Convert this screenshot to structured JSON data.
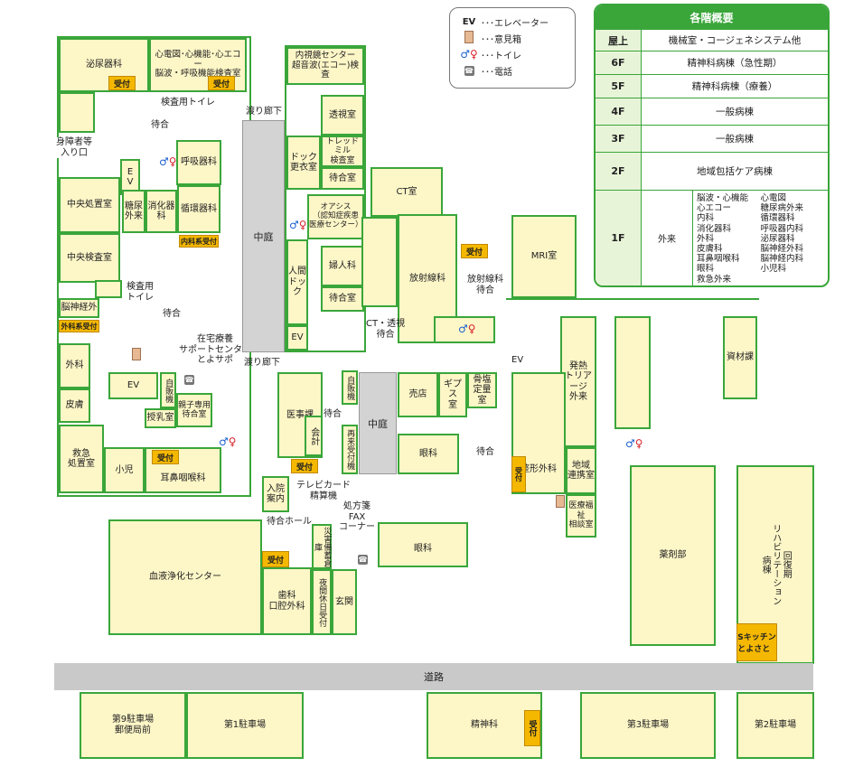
{
  "legend": {
    "items": [
      {
        "symbol": "EV",
        "label": "･･･エレベーター"
      },
      {
        "symbol": "box",
        "label": "･･･意見箱"
      },
      {
        "symbol": "wc",
        "label": "･･･トイレ"
      },
      {
        "symbol": "tel",
        "label": "･･･電話"
      }
    ]
  },
  "guide": {
    "title": "各階概要",
    "floors": [
      {
        "floor": "屋上",
        "desc": "機械室・コージェネシステム他"
      },
      {
        "floor": "6F",
        "desc": "精神科病棟（急性期）"
      },
      {
        "floor": "5F",
        "desc": "精神科病棟（療養）"
      },
      {
        "floor": "4F",
        "desc": "一般病棟"
      },
      {
        "floor": "3F",
        "desc": "一般病棟"
      },
      {
        "floor": "2F",
        "desc": "地域包括ケア病棟"
      }
    ],
    "first": {
      "floor": "1F",
      "outpatient": "外来",
      "col1": [
        "脳波・心機能",
        "心エコー",
        "内科",
        "消化器科",
        "外科",
        "皮膚科",
        "耳鼻咽喉科",
        "眼科",
        "救急外来"
      ],
      "col2": [
        "心電図",
        "糖尿病外来",
        "循環器科",
        "呼吸器内科",
        "泌尿器科",
        "脳神経外科",
        "脳神経内科",
        "小児科"
      ]
    }
  },
  "rooms": {
    "urology": "泌尿器科",
    "ecg": "心電図･心機能･心エコー\n脳波・呼吸機能検査室",
    "exam_toilet": "検査用トイレ",
    "waiting": "待合",
    "disabled_entrance": "身障者等\n入り口",
    "ev": "E\nV",
    "respiratory": "呼吸器科",
    "central_treatment": "中央処置室",
    "diabetes": "糖尿\n外来",
    "gastro": "消化器科",
    "circulatory": "循環器科",
    "internal_reception": "内科系受付",
    "central_lab": "中央検査室",
    "exam_toilet2": "検査用\nトイレ",
    "neurosurgery": "脳神経外",
    "surgical_reception": "外科系受付",
    "waiting2": "待合",
    "home_care": "在宅療養\nサポートセンター\nとよサポ",
    "surgery": "外科",
    "dermatology": "皮膚",
    "ev2": "EV",
    "vending": "自販機",
    "parent_child": "親子専用\n待合室",
    "nursing": "授乳室",
    "emergency": "救急\n処置室",
    "pediatrics": "小児",
    "ent": "耳鼻咽喉科",
    "corridor_top": "渡り廊下",
    "corridor_bottom": "渡り廊下",
    "courtyard": "中庭",
    "ultrasound": "内視鏡センター\n超音波(エコー)検査",
    "xray": "透視室",
    "dock_locker": "ドック\n更衣室",
    "treadmill": "トレッドミル\n検査室",
    "waiting3": "待合室",
    "oasis": "オアシス\n（認知症疾患\n医療センター）",
    "gynecology": "婦人科",
    "waiting4": "待合室",
    "health_dock": "人間\nドック",
    "ev3": "EV",
    "ct": "CT室",
    "radiology": "放射線科",
    "radiology_waiting": "放射線科\n待合",
    "mri": "MRI室",
    "ct_waiting": "CT・透視\n待合",
    "ev4": "EV",
    "fever": "発熱\nトリアージ\n外来",
    "materials": "資材課",
    "medical_affairs": "医事課",
    "accounting": "会計",
    "vending2": "自販機",
    "waiting5": "待合",
    "courtyard2": "中庭",
    "reentry": "再来受付機",
    "shop": "売店",
    "cast": "ギプス\n室",
    "bone": "骨塩\n定量室",
    "ophthalmology": "眼科",
    "waiting6": "待合",
    "orthopedics": "整形外科",
    "regional": "地域\n連携室",
    "welfare": "医療福祉\n相談室",
    "pharmacy": "薬剤部",
    "rehab": "回復期\nリハビリテーション\n病棟",
    "kitchen": "Sキッチン\nとよさと",
    "admission": "入院\n案内",
    "tv_card": "テレビカード\n精算機",
    "waiting_hall": "待合ホール",
    "prescription_fax": "処方箋\nFAX\nコーナー",
    "ophthalmology2": "眼科",
    "dialysis": "血液浄化センター",
    "dental": "歯科\n口腔外科",
    "disaster": "災害備蓄倉庫",
    "night": "夜間休日受付",
    "entrance": "玄関",
    "psychiatry": "精神科",
    "reception": "受付"
  },
  "road": "道路",
  "parking": {
    "p9": "第9駐車場\n郵便局前",
    "p1": "第1駐車場",
    "p3": "第3駐車場",
    "p2": "第2駐車場"
  }
}
